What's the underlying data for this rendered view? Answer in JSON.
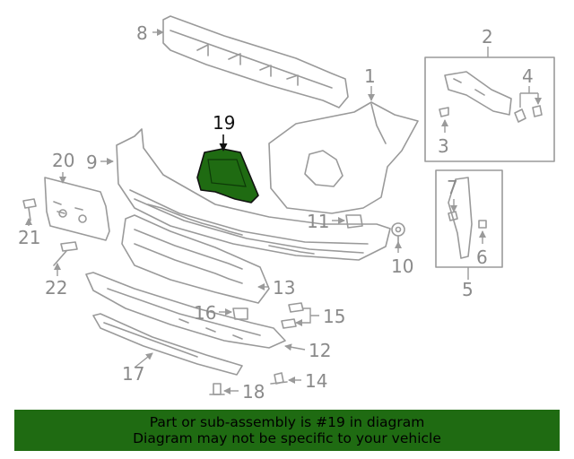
{
  "diagram": {
    "callouts": [
      "1",
      "2",
      "3",
      "4",
      "5",
      "6",
      "7",
      "8",
      "9",
      "10",
      "11",
      "12",
      "13",
      "14",
      "15",
      "16",
      "17",
      "18",
      "19",
      "20",
      "21",
      "22"
    ],
    "highlighted_part": "19",
    "highlight_color": "#1f6b12"
  },
  "banner": {
    "line1": "Part or sub-assembly is #19 in diagram",
    "line2": "Diagram may not be specific to your vehicle",
    "background": "#1f6b12"
  }
}
